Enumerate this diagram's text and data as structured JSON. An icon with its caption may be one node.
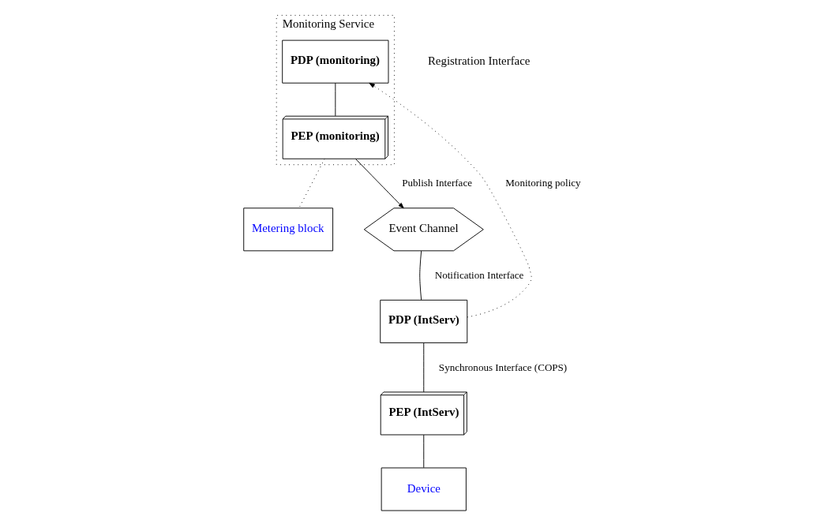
{
  "diagram": {
    "nodes": [
      {
        "text": [
          "Monitoring Service"
        ]
      },
      {
        "text": [
          "PDP (monitoring)"
        ],
        "in": 0
      },
      {
        "text": [
          "PEP (monitoring)"
        ],
        "in": 0
      },
      {
        "text": [
          "Metering block"
        ]
      },
      {
        "text": [
          "Event Channel"
        ]
      },
      {
        "text": [
          "PDP (IntServ)"
        ]
      },
      {
        "text": [
          "PEP (IntServ)"
        ]
      },
      {
        "text": [
          "Device"
        ]
      }
    ],
    "edges": [
      {
        "from": 5,
        "to": 1,
        "arrow": "to",
        "label": "Monitoring policy",
        "style": "dashed"
      },
      {
        "from": 1,
        "to": 2,
        "arrow": "none"
      },
      {
        "from": 2,
        "to": 4,
        "arrow": "to",
        "label": "Publish Interface"
      },
      {
        "from": 4,
        "to": 5,
        "arrow": "none",
        "label": "Notification Interface"
      },
      {
        "from": 5,
        "to": 6,
        "arrow": "none",
        "label": "Synchronous Interface (COPS)"
      },
      {
        "from": 6,
        "to": 7,
        "arrow": "none"
      },
      {
        "from": 2,
        "to": 3,
        "arrow": "none",
        "style": "dashed"
      }
    ],
    "labels": [
      "Registration Interface"
    ]
  }
}
